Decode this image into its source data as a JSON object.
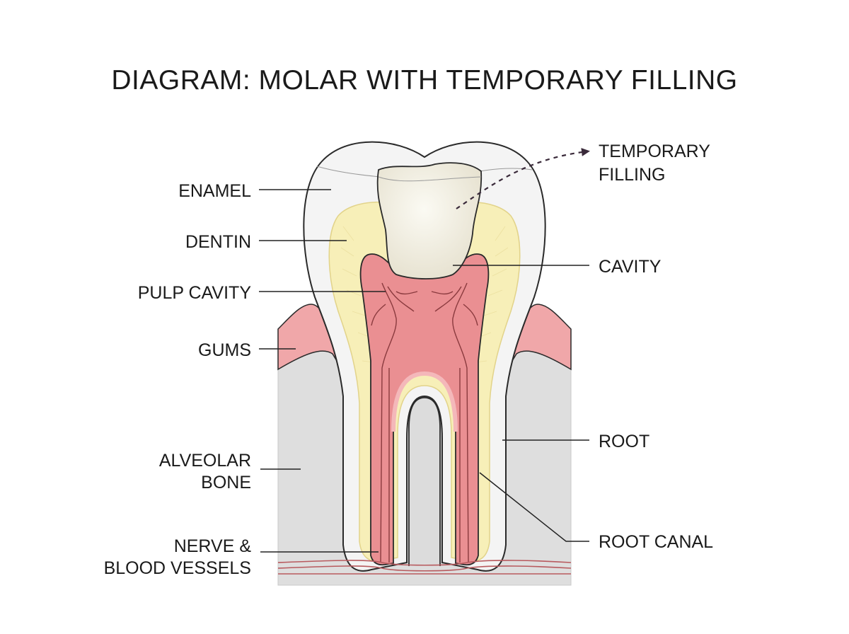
{
  "title": "DIAGRAM: MOLAR WITH TEMPORARY FILLING",
  "labels": {
    "enamel": "ENAMEL",
    "dentin": "DENTIN",
    "pulp_cavity": "PULP CAVITY",
    "gums": "GUMS",
    "alveolar_bone_line1": "ALVEOLAR",
    "alveolar_bone_line2": "BONE",
    "nerve_line1": "NERVE &",
    "nerve_line2": "BLOOD VESSELS",
    "temporary_filling_line1": "TEMPORARY",
    "temporary_filling_line2": "FILLING",
    "cavity": "CAVITY",
    "root": "ROOT",
    "root_canal": "ROOT CANAL"
  },
  "colors": {
    "enamel": "#f3f3f3",
    "dentin": "#f7efb8",
    "pulp": "#ea8f92",
    "gums": "#f0a7a9",
    "bone": "#dddddd",
    "filling": "#efece0",
    "outline": "#2a2a2a"
  }
}
